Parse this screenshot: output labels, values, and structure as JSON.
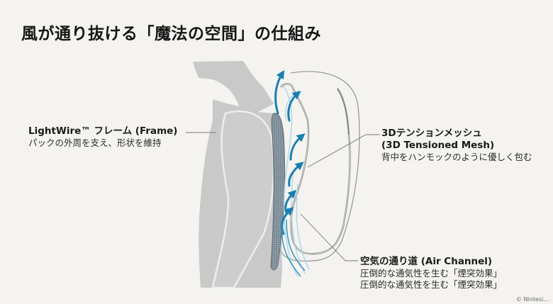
{
  "title": "風が通り抜ける「魔法の空間」の仕組み",
  "callouts": {
    "frame": {
      "heading": "LightWire™ フレーム (Frame)",
      "description": "パックの外周を支え、形状を維持"
    },
    "mesh": {
      "heading": "3Dテンションメッシュ",
      "heading_en": "(3D Tensioned Mesh)",
      "description": "背中をハンモックのように優しく包む"
    },
    "air_channel": {
      "heading": "空気の通り道 (Air Channel)",
      "description_1": "圧倒的な通気性を生む「煙突効果」",
      "description_2": "圧倒的な通気性を生む「煙突効果」"
    }
  },
  "credit": "© Nintesi...",
  "colors": {
    "background": "#f4f3f0",
    "silhouette": "#c9c9c9",
    "frame_panel": "#7f8e99",
    "arrow": "#1a7fb0",
    "arrow_light": "#9fd0e6",
    "pack_outline": "#8a8a8a",
    "leader_line": "#777777"
  },
  "icons": {
    "airflow_arrows": "airflow-arrow-icon"
  }
}
